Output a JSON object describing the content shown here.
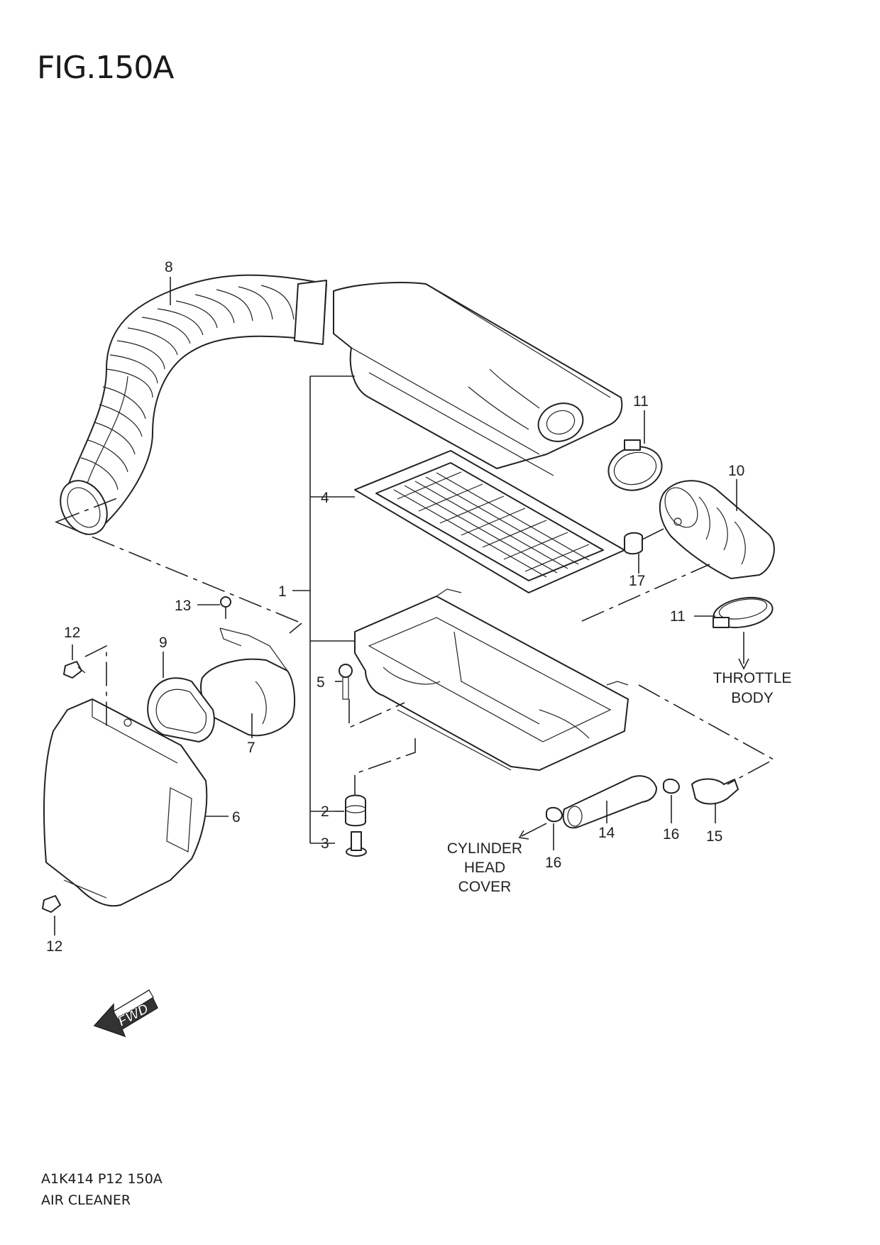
{
  "figure": {
    "title": "FIG.150A"
  },
  "footer": {
    "code": "A1K414 P12 150A",
    "name": "AIR CLEANER"
  },
  "callouts": {
    "c1": "1",
    "c2": "2",
    "c3": "3",
    "c4": "4",
    "c5": "5",
    "c6": "6",
    "c7": "7",
    "c8": "8",
    "c9": "9",
    "c10": "10",
    "c11a": "11",
    "c11b": "11",
    "c12a": "12",
    "c12b": "12",
    "c13": "13",
    "c14": "14",
    "c15": "15",
    "c16a": "16",
    "c16b": "16",
    "c17": "17"
  },
  "notes": {
    "throttle_line1": "THROTTLE",
    "throttle_line2": "BODY",
    "cyl_line1": "CYLINDER",
    "cyl_line2": "HEAD",
    "cyl_line3": "COVER",
    "fwd": "FWD"
  }
}
